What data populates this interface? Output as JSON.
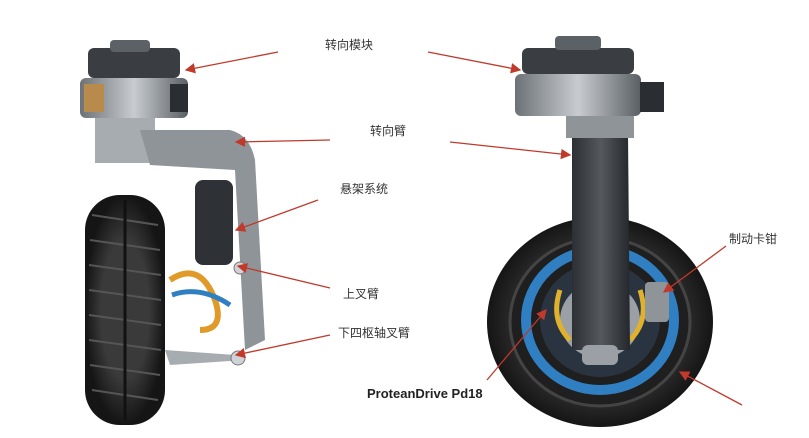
{
  "labels": {
    "steering_module": "转向模块",
    "steering_arm": "转向臂",
    "suspension_system": "悬架系统",
    "upper_wishbone": "上叉臂",
    "lower_pivot_wishbone": "下四枢轴叉臂",
    "brake_caliper": "制动卡钳",
    "product_name": "ProteanDrive Pd18"
  },
  "colors": {
    "arrow": "#c0392b",
    "tire": "#2a2a2a",
    "metal": "#9aa0a6",
    "dark_metal": "#3b3f44",
    "spring": "#e09a2a",
    "blue_hub": "#2f7fc2"
  },
  "icons": [
    "steering-module-left",
    "steering-module-right",
    "wheel-left",
    "wheel-right"
  ]
}
